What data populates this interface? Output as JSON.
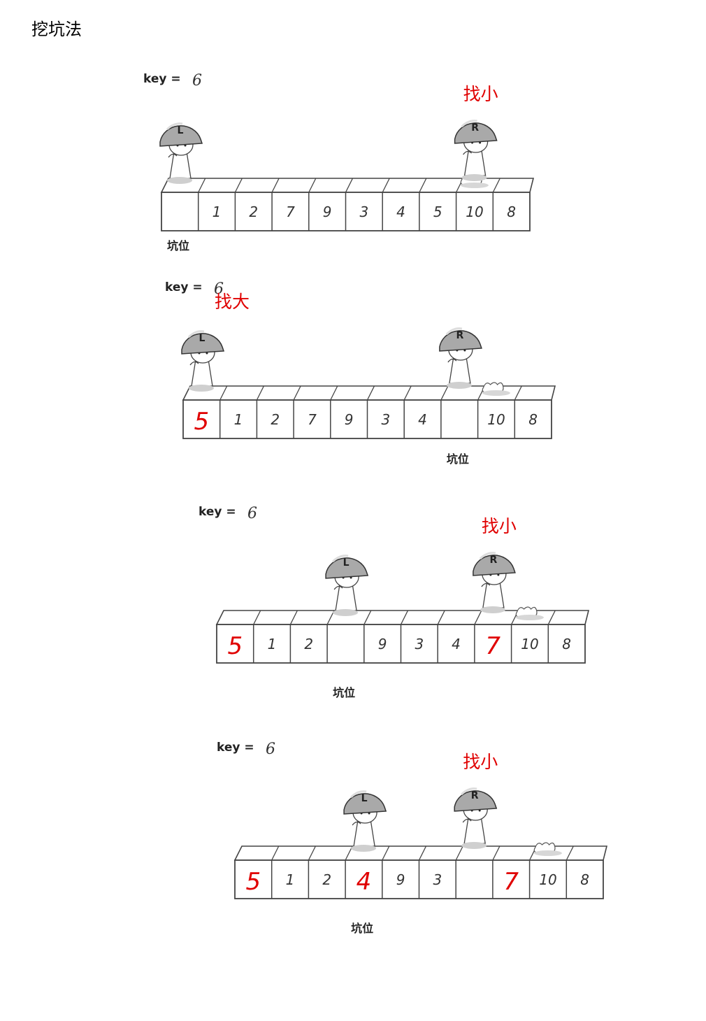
{
  "title": "挖坑法",
  "steps": [
    {
      "key_label": "key =",
      "key_value": "6",
      "cells": [
        "",
        "1",
        "2",
        "7",
        "9",
        "3",
        "4",
        "5",
        "10",
        "8"
      ],
      "red_marks": [
        "",
        "",
        "",
        "",
        "",
        "",
        "",
        "",
        "",
        ""
      ],
      "pit_label": "坑位",
      "pit_index": 0,
      "hint": "找小",
      "hint_for": "R",
      "L_index": 0,
      "R_index": 8,
      "marker_index": 8,
      "L_letter": "L",
      "R_letter": "R"
    },
    {
      "key_label": "key =",
      "key_value": "6",
      "cells": [
        "",
        "1",
        "2",
        "7",
        "9",
        "3",
        "4",
        "",
        "10",
        "8"
      ],
      "red_marks": [
        "5",
        "",
        "",
        "",
        "",
        "",
        "",
        "",
        "",
        ""
      ],
      "pit_label": "坑位",
      "pit_index": 7,
      "hint": "找大",
      "hint_for": "L",
      "L_index": 0,
      "R_index": 7,
      "marker_index": 8,
      "L_letter": "L",
      "R_letter": "R"
    },
    {
      "key_label": "key =",
      "key_value": "6",
      "cells": [
        "",
        "1",
        "2",
        "",
        "9",
        "3",
        "4",
        "",
        "10",
        "8"
      ],
      "red_marks": [
        "5",
        "",
        "",
        "",
        "",
        "",
        "",
        "7",
        "",
        ""
      ],
      "pit_label": "坑位",
      "pit_index": 3,
      "hint": "找小",
      "hint_for": "R",
      "L_index": 3,
      "R_index": 7,
      "marker_index": 8,
      "L_letter": "L",
      "R_letter": "R"
    },
    {
      "key_label": "key =",
      "key_value": "6",
      "cells": [
        "",
        "1",
        "2",
        "",
        "9",
        "3",
        "",
        "",
        "10",
        "8"
      ],
      "red_marks": [
        "5",
        "",
        "",
        "4",
        "",
        "",
        "",
        "7",
        "",
        ""
      ],
      "pit_label": "坑位",
      "pit_index": 3,
      "hint": "找小",
      "hint_for": "R",
      "L_index": 3,
      "R_index": 6,
      "marker_index": 8,
      "L_letter": "L",
      "R_letter": "R"
    }
  ]
}
